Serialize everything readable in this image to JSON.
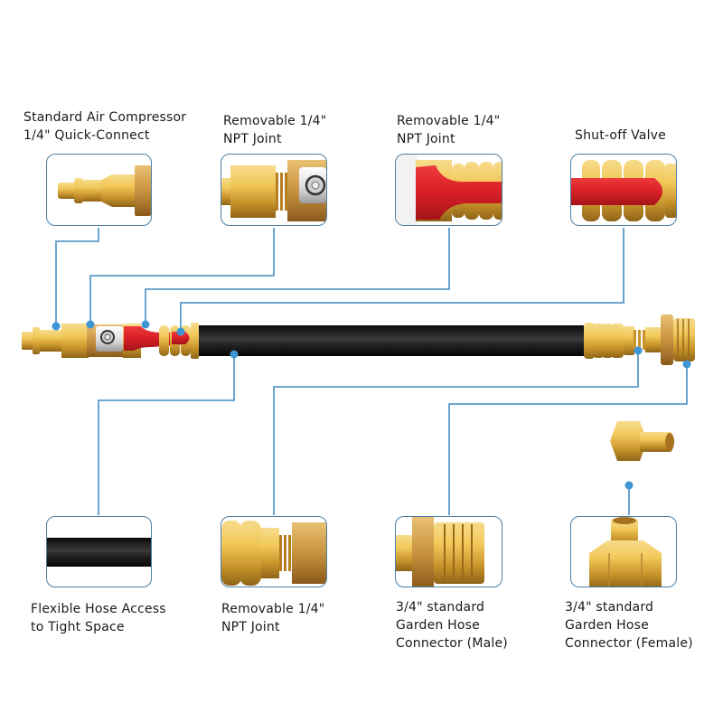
{
  "colors": {
    "connector_line": "#5b9bc8",
    "box_border": "#4a7fa6",
    "dot": "#3e95d4",
    "brass": "#d9a93c",
    "hose": "#1a1a1a",
    "valve_handle": "#d81f26"
  },
  "top_callouts": [
    {
      "id": "quick-connect",
      "label": "Standard Air Compressor\n1/4\" Quick-Connect",
      "part": "brass quick-connect plug"
    },
    {
      "id": "npt-joint-1",
      "label": "Removable 1/4\"\nNPT Joint",
      "part": "brass fitting with hex nut"
    },
    {
      "id": "npt-joint-2",
      "label": "Removable 1/4\"\nNPT Joint",
      "part": "red valve handle over brass fitting"
    },
    {
      "id": "shutoff-valve",
      "label": "Shut-off Valve",
      "part": "red valve handle"
    }
  ],
  "bottom_callouts": [
    {
      "id": "flexible-hose",
      "label": "Flexible Hose Access\nto Tight Space",
      "part": "black hose segment"
    },
    {
      "id": "npt-joint-3",
      "label": "Removable 1/4\"\nNPT Joint",
      "part": "brass hose crimp fitting"
    },
    {
      "id": "garden-male",
      "label": "3/4\" standard\nGarden Hose\nConnector (Male)",
      "part": "brass male thread"
    },
    {
      "id": "garden-female",
      "label": "3/4\" standard\nGarden Hose\nConnector (Female)",
      "part": "brass hex female adapter"
    }
  ],
  "main_assembly": {
    "description": "Air compressor quick-connect to garden hose adapter with shut-off valve and flexible hose"
  }
}
